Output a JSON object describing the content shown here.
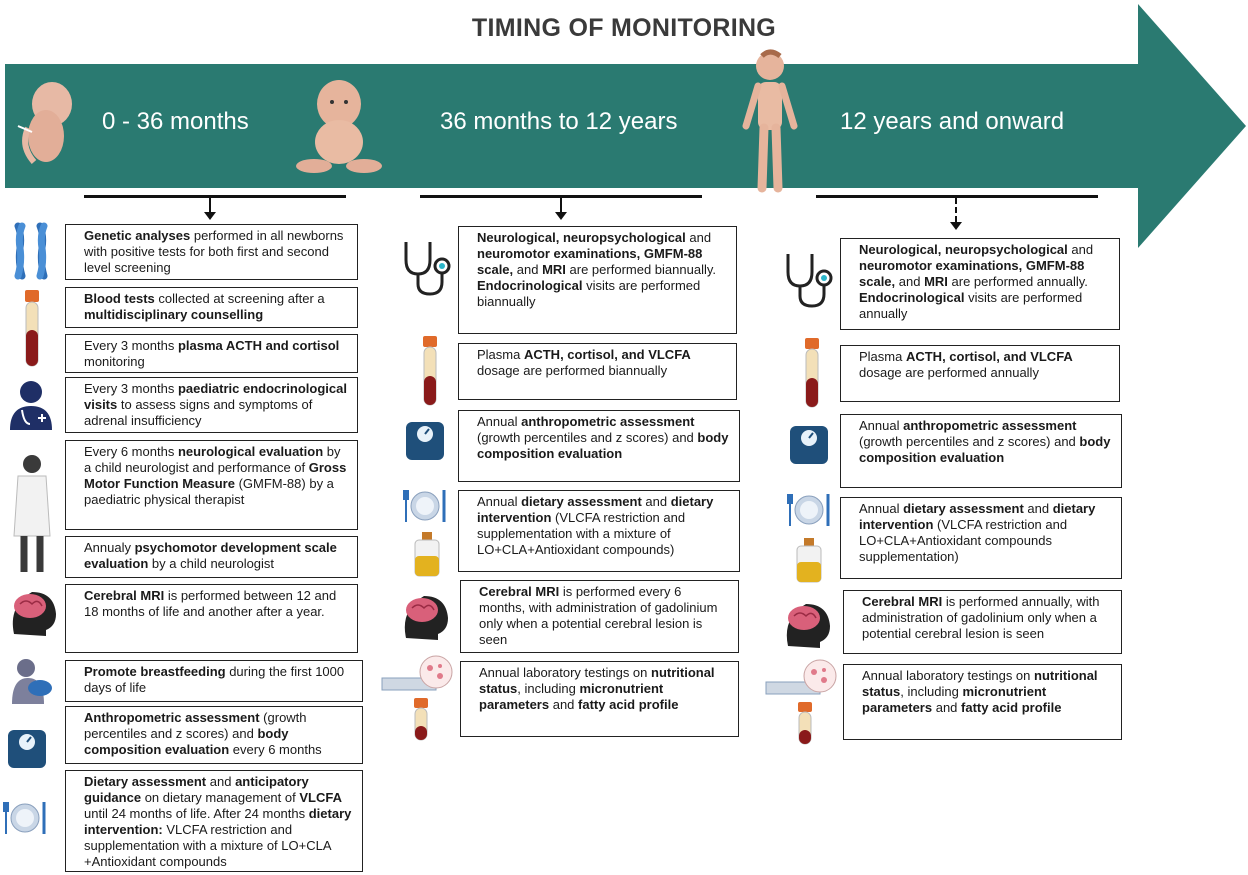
{
  "title": "TIMING OF MONITORING",
  "colors": {
    "arrow": "#2a7a71",
    "text_dark": "#3a3a3a",
    "border": "#222222"
  },
  "stages": [
    {
      "label": "0 - 36 months"
    },
    {
      "label": "36 months to 12 years"
    },
    {
      "label": "12 years and onward"
    }
  ],
  "icons": [
    "fetus-icon",
    "baby-icon",
    "child-icon",
    "chromosome-icon",
    "blood-tube-icon",
    "doctor-icon",
    "clinician-icon",
    "brain-head-icon",
    "breastfeeding-icon",
    "scale-icon",
    "plate-icon",
    "stethoscope-icon",
    "oil-bottle-icon",
    "microscope-slide-icon"
  ],
  "col1": [
    {
      "segs": [
        [
          "b",
          "Genetic analyses"
        ],
        [
          "t",
          " performed in all newborns with positive tests for both first and second level screening"
        ]
      ]
    },
    {
      "segs": [
        [
          "b",
          "Blood tests"
        ],
        [
          "t",
          " collected at screening after a "
        ],
        [
          "b",
          "multidisciplinary counselling"
        ]
      ]
    },
    {
      "segs": [
        [
          "t",
          "Every 3 months "
        ],
        [
          "b",
          "plasma ACTH and cortisol"
        ],
        [
          "t",
          " monitoring"
        ]
      ]
    },
    {
      "segs": [
        [
          "t",
          "Every 3 months "
        ],
        [
          "b",
          "paediatric endocrinological visits"
        ],
        [
          "t",
          " to assess signs and symptoms of adrenal insufficiency"
        ]
      ]
    },
    {
      "segs": [
        [
          "t",
          "Every 6 months "
        ],
        [
          "b",
          "neurological evaluation"
        ],
        [
          "t",
          " by a child neurologist and performance of "
        ],
        [
          "b",
          "Gross Motor Function Measure"
        ],
        [
          "t",
          " (GMFM-88) by a paediatric physical therapist"
        ]
      ]
    },
    {
      "segs": [
        [
          "t",
          "Annualy "
        ],
        [
          "b",
          "psychomotor development scale evaluation"
        ],
        [
          "t",
          " by a child neurologist"
        ]
      ]
    },
    {
      "segs": [
        [
          "b",
          "Cerebral MRI"
        ],
        [
          "t",
          " is performed between 12 and 18 months of life and another after a year."
        ]
      ]
    },
    {
      "segs": [
        [
          "b",
          "Promote breastfeeding"
        ],
        [
          "t",
          " during the first 1000 days of life"
        ]
      ]
    },
    {
      "segs": [
        [
          "b",
          "Anthropometric assessment"
        ],
        [
          "t",
          " (growth percentiles and z scores) and "
        ],
        [
          "b",
          "body composition evaluation"
        ],
        [
          "t",
          " every 6 months"
        ]
      ]
    },
    {
      "segs": [
        [
          "b",
          "Dietary assessment"
        ],
        [
          "t",
          " and "
        ],
        [
          "b",
          "anticipatory guidance"
        ],
        [
          "t",
          " on dietary management of "
        ],
        [
          "b",
          "VLCFA"
        ],
        [
          "t",
          " until 24 months of life. After 24 months "
        ],
        [
          "b",
          "dietary intervention:"
        ],
        [
          "t",
          " VLCFA restriction and supplementation with a mixture of  LO+CLA +Antioxidant compounds"
        ]
      ]
    }
  ],
  "col2": [
    {
      "segs": [
        [
          "b",
          "Neurological, neuropsychological"
        ],
        [
          "t",
          " and "
        ],
        [
          "b",
          "neuromotor examinations, GMFM-88 scale,"
        ],
        [
          "t",
          " and "
        ],
        [
          "b",
          "MRI"
        ],
        [
          "t",
          " are performed biannually. "
        ],
        [
          "b",
          "Endocrinological"
        ],
        [
          "t",
          " visits are performed biannually"
        ]
      ]
    },
    {
      "segs": [
        [
          "t",
          "Plasma "
        ],
        [
          "b",
          "ACTH, cortisol, and VLCFA"
        ],
        [
          "t",
          " dosage are performed biannually"
        ]
      ]
    },
    {
      "segs": [
        [
          "t",
          "Annual "
        ],
        [
          "b",
          "anthropometric assessment"
        ],
        [
          "t",
          " (growth percentiles and z scores) and "
        ],
        [
          "b",
          "body composition evaluation"
        ]
      ]
    },
    {
      "segs": [
        [
          "t",
          "Annual "
        ],
        [
          "b",
          "dietary assessment"
        ],
        [
          "t",
          " and "
        ],
        [
          "b",
          "dietary intervention"
        ],
        [
          "t",
          " (VLCFA restriction and supplementation with a mixture of  LO+CLA+Antioxidant compounds)"
        ]
      ]
    },
    {
      "segs": [
        [
          "b",
          "Cerebral MRI"
        ],
        [
          "t",
          " is performed every 6 months, with administration of gadolinium only when a potential cerebral lesion is seen"
        ]
      ]
    },
    {
      "segs": [
        [
          "t",
          "Annual laboratory testings on "
        ],
        [
          "b",
          "nutritional status"
        ],
        [
          "t",
          ",  including "
        ],
        [
          "b",
          "micronutrient parameters"
        ],
        [
          "t",
          " and "
        ],
        [
          "b",
          "fatty acid profile"
        ]
      ]
    }
  ],
  "col3": [
    {
      "segs": [
        [
          "b",
          "Neurological, neuropsychological"
        ],
        [
          "t",
          " and "
        ],
        [
          "b",
          "neuromotor examinations, GMFM-88 scale,"
        ],
        [
          "t",
          " and "
        ],
        [
          "b",
          "MRI"
        ],
        [
          "t",
          " are performed annually. "
        ],
        [
          "b",
          "Endocrinological"
        ],
        [
          "t",
          " visits are performed annually"
        ]
      ]
    },
    {
      "segs": [
        [
          "t",
          "Plasma "
        ],
        [
          "b",
          "ACTH, cortisol, and VLCFA"
        ],
        [
          "t",
          " dosage are performed annually"
        ]
      ]
    },
    {
      "segs": [
        [
          "t",
          "Annual "
        ],
        [
          "b",
          "anthropometric assessment"
        ],
        [
          "t",
          " (growth percentiles and z scores) and "
        ],
        [
          "b",
          "body composition evaluation"
        ]
      ]
    },
    {
      "segs": [
        [
          "t",
          "Annual "
        ],
        [
          "b",
          "dietary assessment"
        ],
        [
          "t",
          " and "
        ],
        [
          "b",
          "dietary intervention"
        ],
        [
          "t",
          " (VLCFA restriction and LO+CLA+Antioxidant compounds supplementation)"
        ]
      ]
    },
    {
      "segs": [
        [
          "b",
          "Cerebral MRI"
        ],
        [
          "t",
          " is performed annually, with administration of gadolinium only when a potential cerebral lesion is seen"
        ]
      ]
    },
    {
      "segs": [
        [
          "t",
          "Annual laboratory testings on "
        ],
        [
          "b",
          "nutritional status"
        ],
        [
          "t",
          ",  including "
        ],
        [
          "b",
          "micronutrient parameters"
        ],
        [
          "t",
          " and "
        ],
        [
          "b",
          "fatty acid profile"
        ]
      ]
    }
  ]
}
